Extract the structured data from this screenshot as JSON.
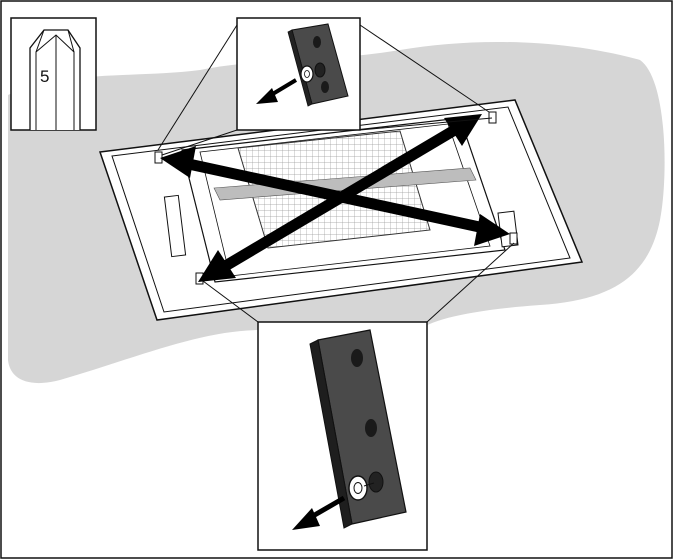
{
  "diagram": {
    "tool_icon": "hex-key-icon",
    "tool_size_label": "5",
    "colors": {
      "outline": "#111111",
      "floor_shadow": "#d6d6d6",
      "panel_fill": "#ffffff",
      "bracket_fill": "#555555",
      "arrow": "#000000"
    },
    "steps": [
      {
        "icon": "unscrew-bracket-icon",
        "position": "top-right"
      },
      {
        "icon": "unscrew-bracket-icon",
        "position": "bottom"
      }
    ],
    "arrows": [
      "diagonal-arrow-icon",
      "diagonal-arrow-icon"
    ]
  }
}
